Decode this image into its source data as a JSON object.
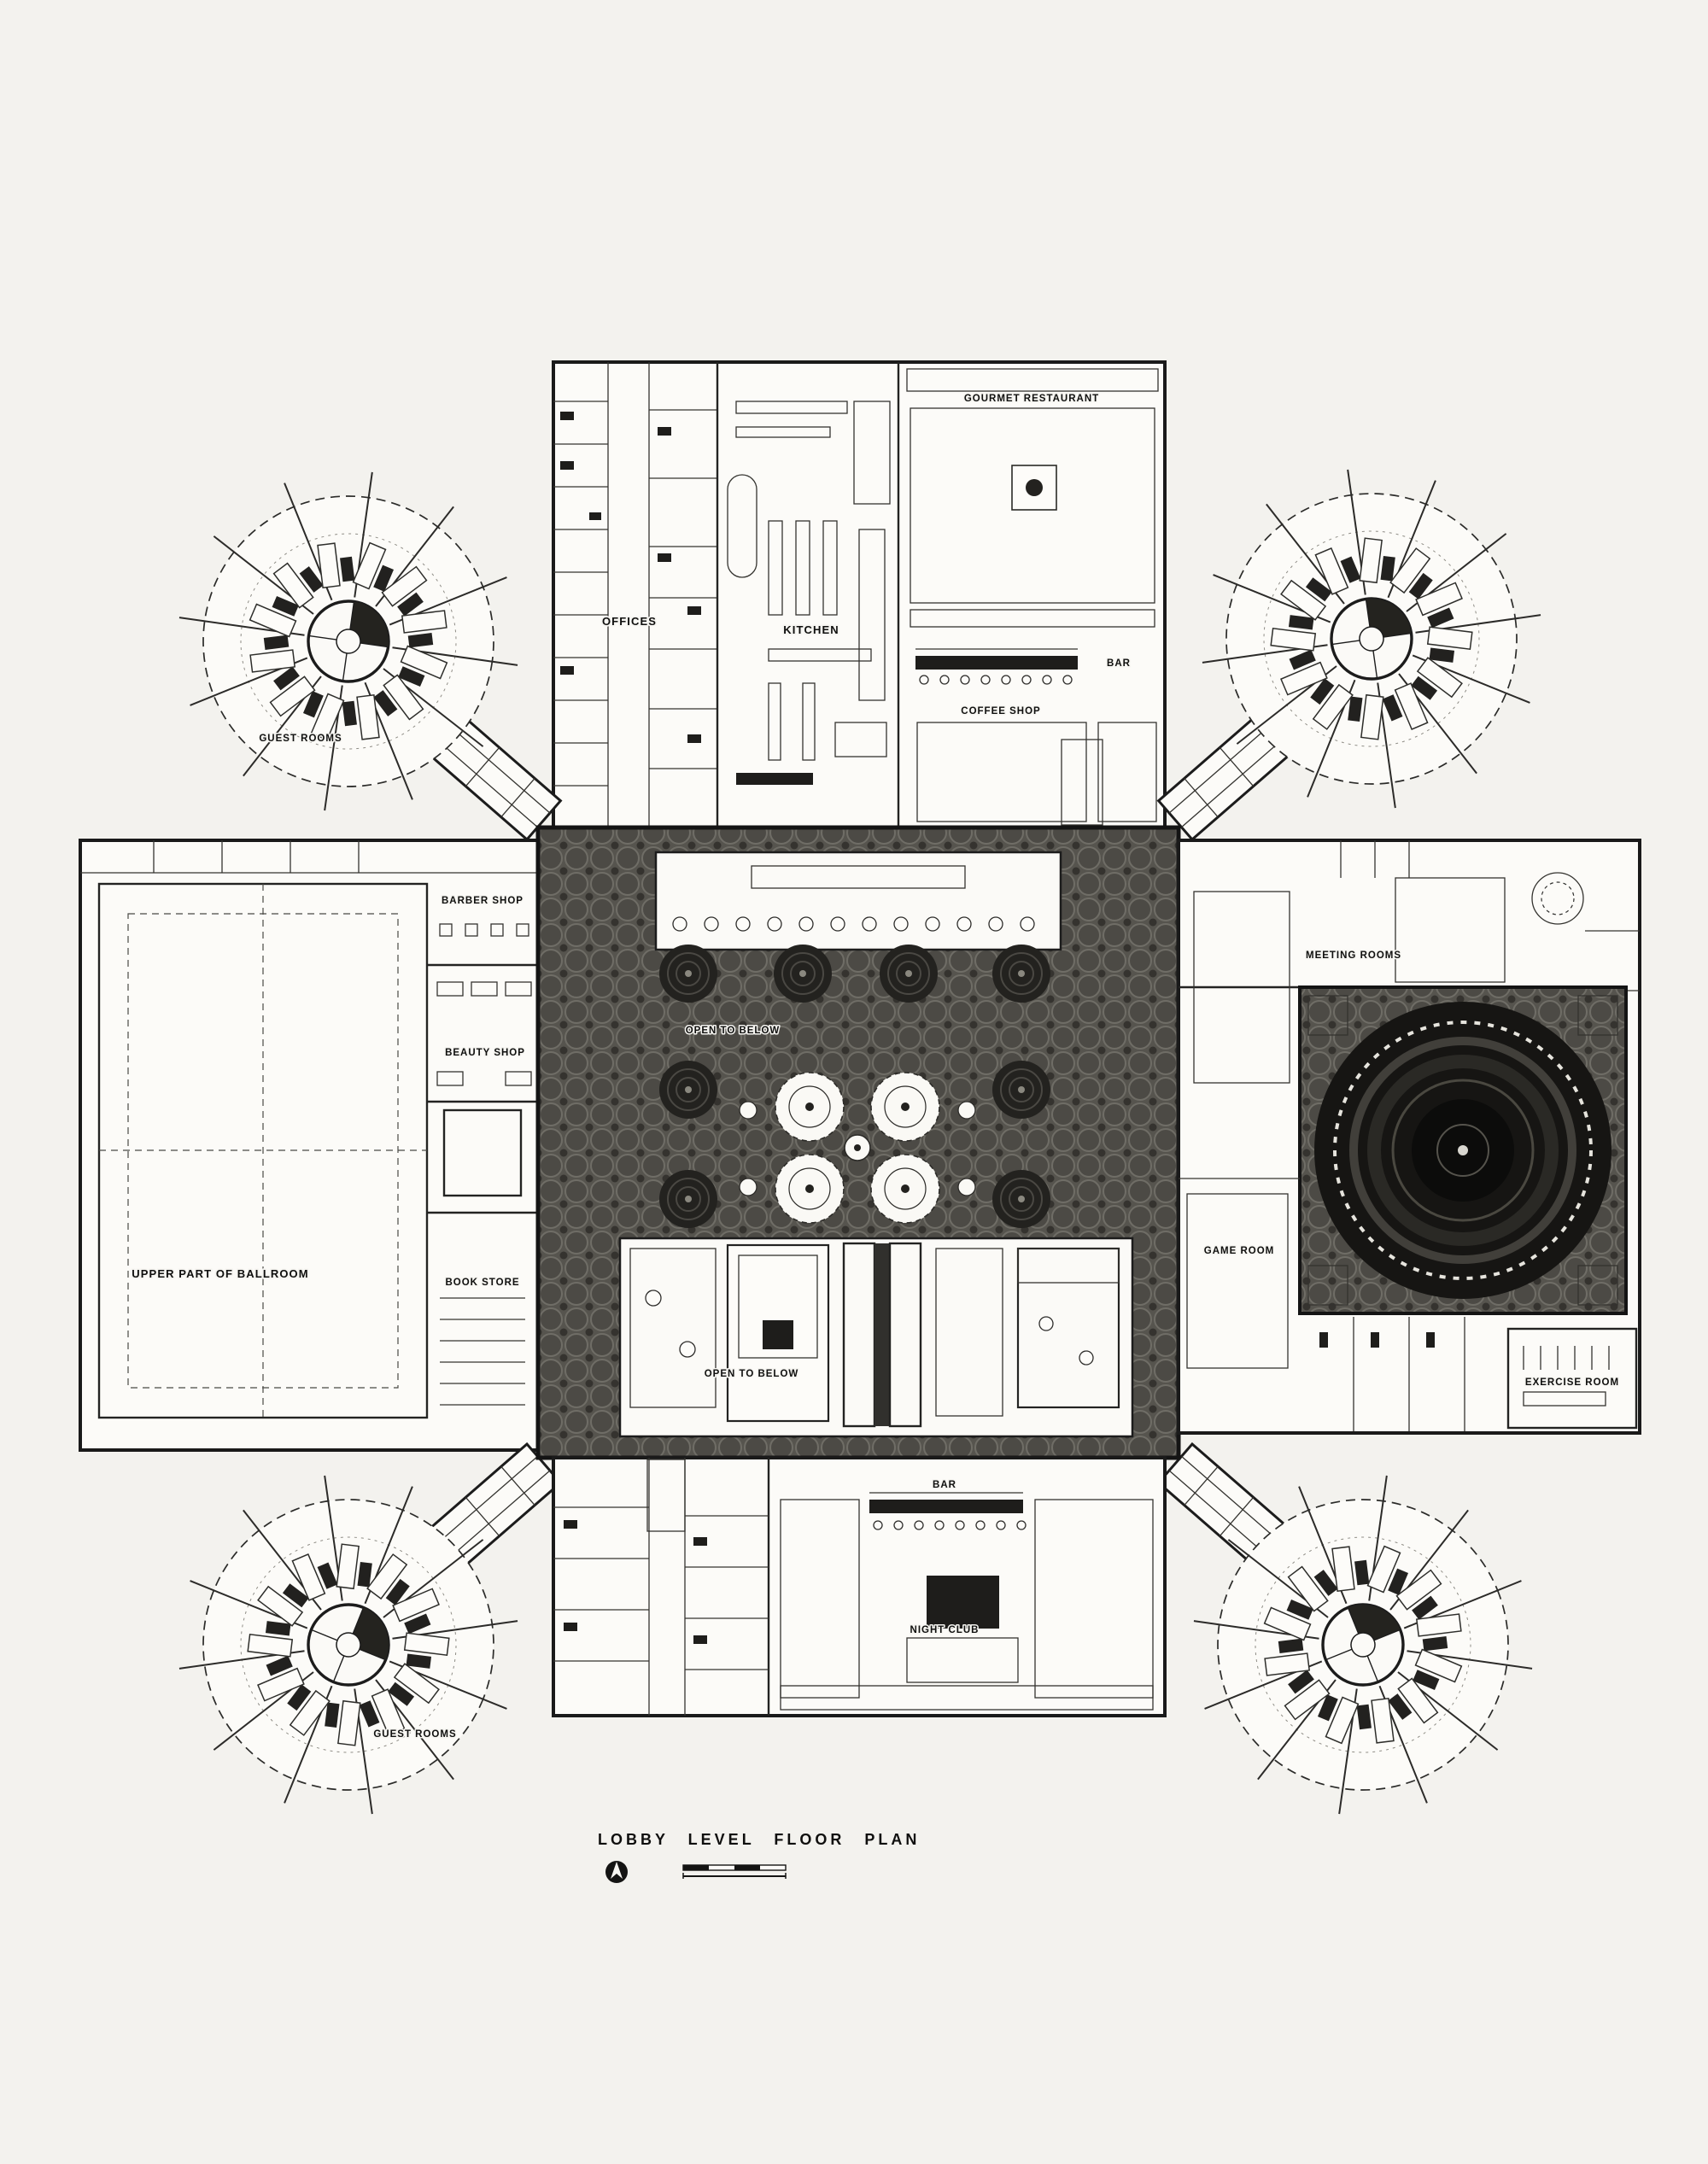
{
  "page": {
    "caption": "LOBBY LEVEL FLOOR PLAN",
    "colors": {
      "ink": "#1a1a1a",
      "paper": "#f3f2ee",
      "carpet": "#56544e",
      "dome": "#161513"
    }
  },
  "labels": {
    "offices": "OFFICES",
    "kitchen": "KITCHEN",
    "gourmet_restaurant": "GOURMET RESTAURANT",
    "bar_upper": "BAR",
    "coffee_shop": "COFFEE SHOP",
    "barber_shop": "BARBER SHOP",
    "beauty_shop": "BEAUTY SHOP",
    "book_store": "BOOK STORE",
    "ballroom": "UPPER PART OF BALLROOM",
    "open_to_below_north": "OPEN TO BELOW",
    "open_to_below_south": "OPEN TO BELOW",
    "meeting_rooms": "MEETING ROOMS",
    "game_room": "GAME ROOM",
    "exercise_room": "EXERCISE ROOM",
    "bar_lower": "BAR",
    "night_club": "NIGHT CLUB",
    "guest_rooms_nw": "GUEST ROOMS",
    "guest_rooms_sw": "GUEST ROOMS"
  }
}
